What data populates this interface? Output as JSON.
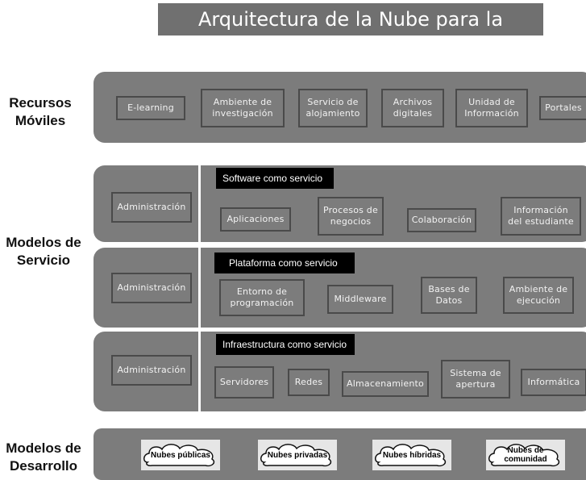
{
  "title": "Arquitectura de la Nube para la Universidad",
  "labels": {
    "recursos": "Recursos\nMóviles",
    "modelos_servicio": "Modelos de\nServicio",
    "modelos_desarrollo": "Modelos de\nDesarrollo"
  },
  "recursos_moviles": [
    "E-learning",
    "Ambiente de\ninvestigación",
    "Servicio de\nalojamiento",
    "Archivos\ndigitales",
    "Unidad de\nInformación",
    "Portales"
  ],
  "saas": {
    "admin": "Administración",
    "header": "Software como servicio",
    "items": [
      "Aplicaciones",
      "Procesos de\nnegocios",
      "Colaboración",
      "Información\ndel estudiante"
    ]
  },
  "paas": {
    "admin": "Administración",
    "header": "Plataforma como servicio",
    "items": [
      "Entorno de\nprogramación",
      "Middleware",
      "Bases de\nDatos",
      "Ambiente de\nejecución"
    ]
  },
  "iaas": {
    "admin": "Administración",
    "header": "Infraestructura como servicio",
    "items": [
      "Servidores",
      "Redes",
      "Almacenamiento",
      "Sistema de\napertura",
      "Informática"
    ]
  },
  "desarrollo": [
    "Nubes públicas",
    "Nubes privadas",
    "Nubes híbridas",
    "Nubes de\ncomunidad"
  ],
  "colors": {
    "panel": "#7c7c7c",
    "title_bg": "#707070",
    "header_bar": "#000000",
    "box_border": "#4a4a4a"
  }
}
